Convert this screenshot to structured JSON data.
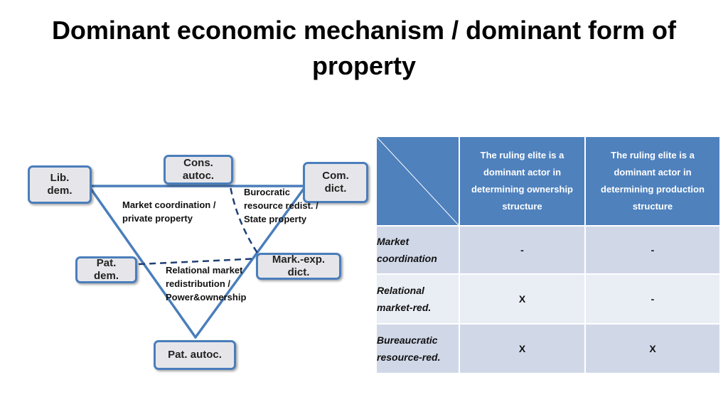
{
  "title": "Dominant economic mechanism / dominant form of property",
  "nodes": {
    "lib_dem": "Lib.\ndem.",
    "cons_autoc": "Cons.\nautoc.",
    "com_dict": "Com.\ndict.",
    "pat_dem": "Pat.\ndem.",
    "mark_exp_dict": "Mark.-exp.\ndict.",
    "pat_autoc": "Pat. autoc."
  },
  "labels": {
    "market": "Market coordination /\nprivate property",
    "bureaucratic": "Burocratic\nresource redist. /\nState property",
    "relational": "Relational market\nredistribution /\nPower&ownership"
  },
  "colors": {
    "accent": "#4a7ebb",
    "header": "#4f81bd",
    "row_odd": "#d0d8e8",
    "row_even": "#e9edf4"
  },
  "table": {
    "headers": [
      "The ruling elite is a dominant actor in determining ownership structure",
      "The ruling elite is a dominant actor in determining production structure"
    ],
    "rows": [
      {
        "label": "Market coordination",
        "ownership": "-",
        "production": "-"
      },
      {
        "label": "Relational market-red.",
        "ownership": "X",
        "production": "-"
      },
      {
        "label": "Bureaucratic resource-red.",
        "ownership": "X",
        "production": "X"
      }
    ]
  }
}
